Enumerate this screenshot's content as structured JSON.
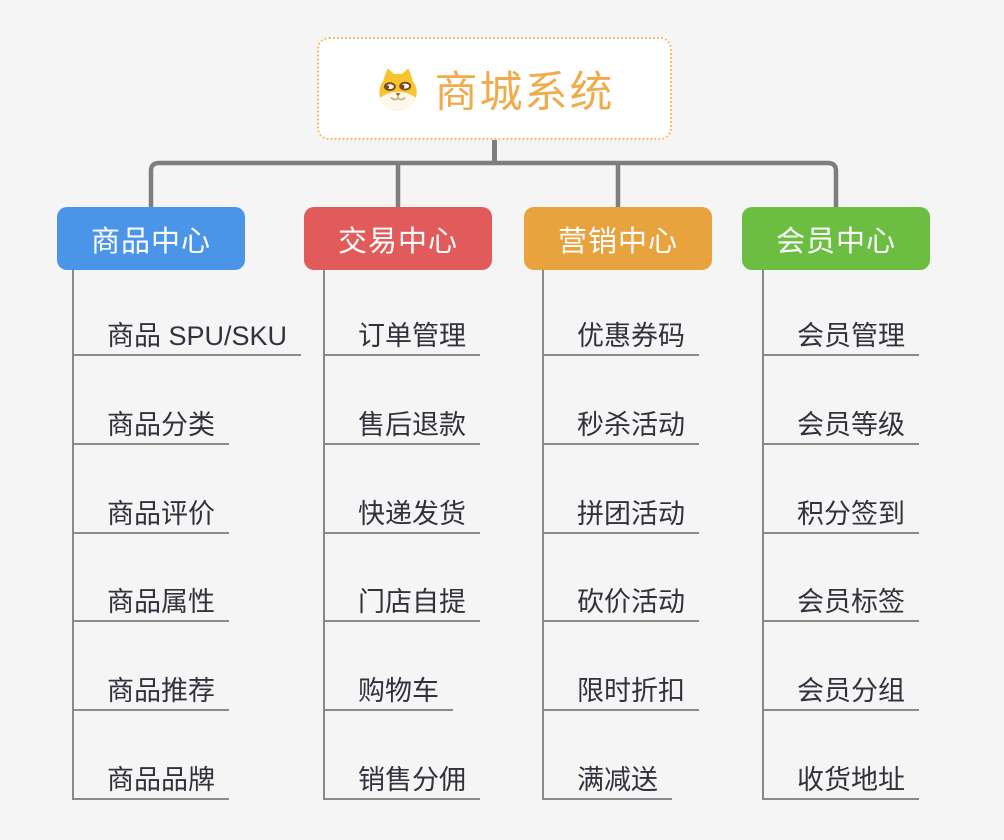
{
  "root": {
    "title": "商城系统",
    "icon": "shiba-dog-icon"
  },
  "branches": [
    {
      "label": "商品中心",
      "color": "#4B95E9",
      "children": [
        "商品 SPU/SKU",
        "商品分类",
        "商品评价",
        "商品属性",
        "商品推荐",
        "商品品牌"
      ]
    },
    {
      "label": "交易中心",
      "color": "#E25B5B",
      "children": [
        "订单管理",
        "售后退款",
        "快递发货",
        "门店自提",
        "购物车",
        "销售分佣"
      ]
    },
    {
      "label": "营销中心",
      "color": "#E9A33E",
      "children": [
        "优惠券码",
        "秒杀活动",
        "拼团活动",
        "砍价活动",
        "限时折扣",
        "满减送"
      ]
    },
    {
      "label": "会员中心",
      "color": "#6CBE43",
      "children": [
        "会员管理",
        "会员等级",
        "积分签到",
        "会员标签",
        "会员分组",
        "收货地址"
      ]
    }
  ],
  "style": {
    "background": "#F5F5F6",
    "connector_color": "#7E7E7E",
    "branch_line_color": "#8A8A8A",
    "root_text_color": "#F0AB4D",
    "root_border_color": "#F5BE6B",
    "child_text_color": "#32323C",
    "branch_text_color": "#FFFFFF"
  }
}
